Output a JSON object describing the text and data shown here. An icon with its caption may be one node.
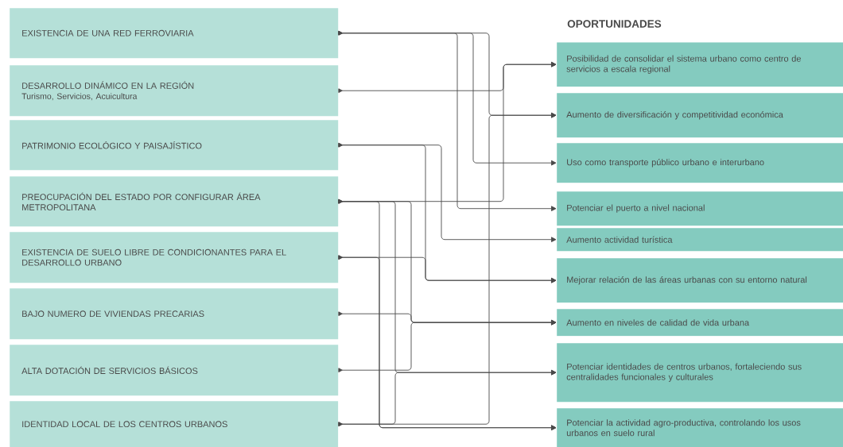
{
  "diagram": {
    "nodes": [
      {
        "text": [
          "EXISTENCIA DE UNA RED FERROVIARIA"
        ]
      },
      {
        "text": [
          "DESARROLLO DINÁMICO EN LA REGIÓN",
          "Turismo, Servicios, Acuicultura"
        ]
      },
      {
        "text": [
          "PATRIMONIO ECOLÓGICO Y PAISAJÍSTICO"
        ]
      },
      {
        "text": [
          "PREOCUPACIÓN DEL ESTADO POR CONFIGURAR ÁREA METROPOLITANA"
        ]
      },
      {
        "text": [
          "EXISTENCIA DE SUELO LIBRE DE CONDICIONANTES PARA EL DESARROLLO URBANO"
        ]
      },
      {
        "text": [
          "BAJO NUMERO DE VIVIENDAS PRECARIAS"
        ]
      },
      {
        "text": [
          "ALTA DOTACIÓN DE SERVICIOS BÁSICOS"
        ]
      },
      {
        "text": [
          "IDENTIDAD LOCAL DE LOS CENTROS URBANOS"
        ]
      },
      {
        "text": [
          "Posibilidad de consolidar el sistema urbano como centro de servicios a escala regional"
        ]
      },
      {
        "text": [
          "Aumento de diversificación y competitividad económica"
        ]
      },
      {
        "text": [
          "Uso como transporte público urbano e interurbano"
        ]
      },
      {
        "text": [
          "Potenciar el puerto a nivel nacional"
        ]
      },
      {
        "text": [
          "Aumento actividad turística"
        ]
      },
      {
        "text": [
          "Mejorar relación de las áreas urbanas con su entorno natural"
        ]
      },
      {
        "text": [
          "Aumento en niveles de calidad de vida urbana"
        ]
      },
      {
        "text": [
          "Potenciar identidades de centros urbanos, fortaleciendo sus centralidades funcionales y culturales"
        ]
      },
      {
        "text": [
          "Potenciar la actividad agro-productiva, controlando los usos urbanos en suelo rural"
        ]
      }
    ],
    "edges": [
      {
        "from": 0,
        "to": 9,
        "arrow": "to"
      },
      {
        "from": 0,
        "to": 10,
        "arrow": "to"
      },
      {
        "from": 0,
        "to": 11,
        "arrow": "to"
      },
      {
        "from": 1,
        "to": 8,
        "arrow": "to"
      },
      {
        "from": 2,
        "to": 12,
        "arrow": "to"
      },
      {
        "from": 2,
        "to": 13,
        "arrow": "to"
      },
      {
        "from": 3,
        "to": 8,
        "arrow": "to"
      },
      {
        "from": 3,
        "to": 14,
        "arrow": "to"
      },
      {
        "from": 3,
        "to": 15,
        "arrow": "to"
      },
      {
        "from": 3,
        "to": 16,
        "arrow": "to"
      },
      {
        "from": 4,
        "to": 13,
        "arrow": "to"
      },
      {
        "from": 4,
        "to": 16,
        "arrow": "to"
      },
      {
        "from": 5,
        "to": 14,
        "arrow": "to"
      },
      {
        "from": 6,
        "to": 14,
        "arrow": "to"
      },
      {
        "from": 7,
        "to": 9,
        "arrow": "to"
      },
      {
        "from": 7,
        "to": 15,
        "arrow": "to"
      }
    ],
    "labels": [
      "OPORTUNIDADES"
    ]
  }
}
